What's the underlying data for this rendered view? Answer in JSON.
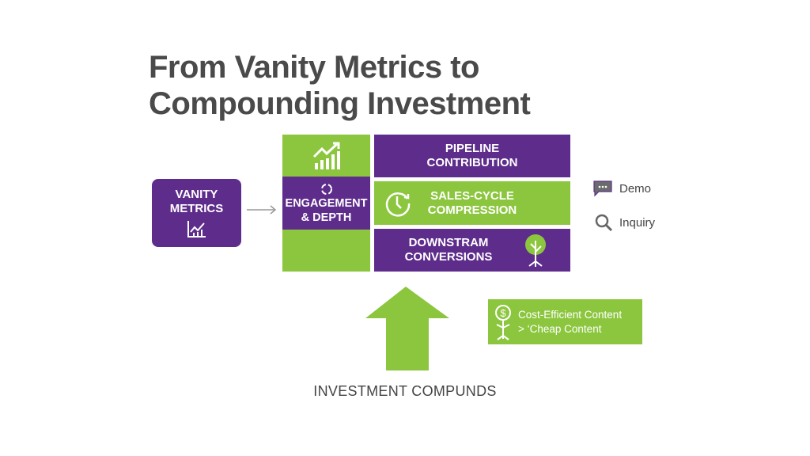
{
  "title": {
    "line1": "From Vanity Metrics to",
    "line2": "Compounding Investment"
  },
  "vanity": {
    "line1": "VANITY",
    "line2": "METRICS",
    "icon": "chart-icon"
  },
  "engagement": {
    "line1": "ENGAGEMENT",
    "line2": "& DEPTH",
    "icon": "refresh-icon",
    "top_icon": "growth-chart-icon"
  },
  "pipeline": {
    "line1": "PIPELINE",
    "line2": "CONTRIBUTION"
  },
  "sales": {
    "line1": "SALES-CYCLE",
    "line2": "COMPRESSION",
    "icon": "clock-icon"
  },
  "downstream": {
    "line1": "DOWNSTRAM",
    "line2": "CONVERSIONS",
    "icon": "tree-icon"
  },
  "legend": {
    "demo": "Demo",
    "inquiry": "Inquiry"
  },
  "cost": {
    "line1": "Cost-Efficient Content",
    "line2": "> ‘Cheap Content",
    "icon": "dollar-plant-icon"
  },
  "arrow_label": "INVESTMENT COMPUNDS",
  "colors": {
    "purple": "#5e2d8c",
    "green": "#8cc63f"
  }
}
